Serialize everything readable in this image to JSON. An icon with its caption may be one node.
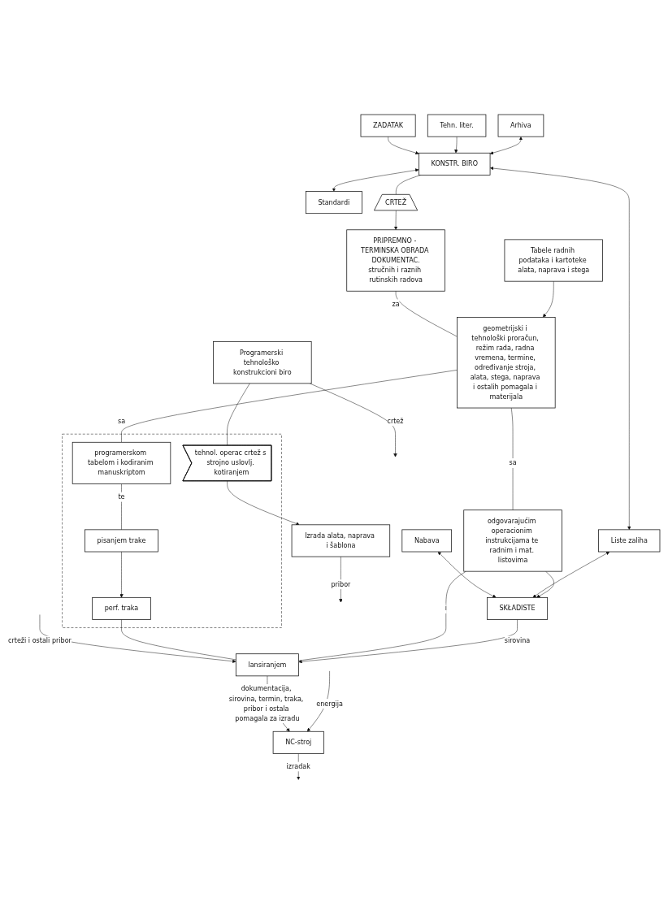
{
  "diagram": {
    "nodes": [
      {
        "text": [
          "ZADATAK"
        ]
      },
      {
        "text": [
          "Nabava"
        ]
      },
      {
        "text": [
          "Tehn. liter."
        ]
      },
      {
        "text": [
          "KONSTR. BIRO"
        ]
      },
      {
        "text": [
          "Standardi"
        ]
      },
      {
        "text": [
          "Arhiva"
        ]
      },
      {
        "text": [
          "Liste zaliha"
        ]
      },
      {
        "text": [
          "CRTEŽ"
        ]
      },
      {
        "text": [
          "SKŁADISTE"
        ]
      },
      {
        "text": [
          "PRIPREMNO - TERMINSKA OBRADA DOKUMENTAC.",
          "stručnih i raznih rutinskih radova"
        ]
      },
      {
        "text": [
          "Programerski tehnološko konstrukcioni biro"
        ]
      },
      {
        "text": [
          "geometrijski i tehnološki proračun, režim rada, radna vremena, termine, određivanje stroja, alata, stega, naprava i ostalih pomagala i materijala"
        ]
      },
      {
        "text": [
          "Tabele radnih podataka i kartoteke alata, naprava i stega"
        ]
      },
      {
        "text": [],
        "shape": "box"
      },
      {
        "text": [
          "tehnol. operac crtež s strojno uslovlj. kotiranjem"
        ],
        "in": 13
      },
      {
        "text": [
          "programerskom tabelom i kodiranim manuskriptom"
        ],
        "in": 13
      },
      {
        "text": [
          "odgovarajućim operacionim instrukcijama te radnim i mat. listovima"
        ]
      },
      {
        "text": [
          "Izrada alata, naprava i šablona"
        ]
      },
      {
        "text": [
          "pisanjem trake"
        ],
        "in": 13
      },
      {
        "text": [
          "perf. traka"
        ],
        "in": 13
      },
      {
        "text": [
          "lansiranjem"
        ]
      },
      {
        "text": [
          "NC-stroj"
        ]
      }
    ],
    "edges": [
      {
        "from": 0,
        "to": 3,
        "arrow": "to"
      },
      {
        "from": 1,
        "to": 8,
        "arrow": "both"
      },
      {
        "from": 2,
        "to": 3,
        "arrow": "to"
      },
      {
        "from": 3,
        "to": 4,
        "arrow": "both"
      },
      {
        "from": 5,
        "to": 3,
        "arrow": "both"
      },
      {
        "from": 3,
        "to": 6,
        "arrow": "both"
      },
      {
        "from": 6,
        "to": 8,
        "arrow": "both"
      },
      {
        "from": 3,
        "to": 7,
        "arrow": "none"
      },
      {
        "from": 7,
        "to": 9,
        "arrow": "to"
      },
      {
        "from": 9,
        "to": 11,
        "arrow": "none",
        "label": "za"
      },
      {
        "from": 12,
        "to": 11,
        "arrow": "to"
      },
      {
        "from": 10,
        "to": null,
        "arrow": "to",
        "label": "crtež"
      },
      {
        "from": null,
        "to": 20,
        "arrow": "to",
        "label": "crteži i ostali pribor"
      },
      {
        "from": 10,
        "to": 14,
        "arrow": "none"
      },
      {
        "from": 11,
        "to": 15,
        "arrow": "none",
        "label": "sa"
      },
      {
        "from": 11,
        "to": 16,
        "arrow": "none",
        "label": "sa"
      },
      {
        "from": 14,
        "to": 17,
        "arrow": "to"
      },
      {
        "from": 17,
        "to": null,
        "arrow": "to",
        "label": "pribor"
      },
      {
        "from": 15,
        "to": 18,
        "arrow": "none",
        "label": "te"
      },
      {
        "from": 18,
        "to": 19,
        "arrow": "to"
      },
      {
        "from": 19,
        "to": 20,
        "arrow": "none"
      },
      {
        "from": 16,
        "to": 20,
        "arrow": "none",
        "label": "i"
      },
      {
        "from": 16,
        "to": 8,
        "arrow": "to"
      },
      {
        "from": 8,
        "to": 20,
        "arrow": "to",
        "label": "sirovina"
      },
      {
        "from": 20,
        "to": 21,
        "arrow": "to",
        "label": "dokumentacija, sirovina, termin, traka, pribor i ostala pomagala za izradu"
      },
      {
        "from": null,
        "to": 21,
        "arrow": "to",
        "label": "energija"
      },
      {
        "from": 21,
        "to": null,
        "arrow": "to",
        "label": "izradak"
      }
    ]
  }
}
